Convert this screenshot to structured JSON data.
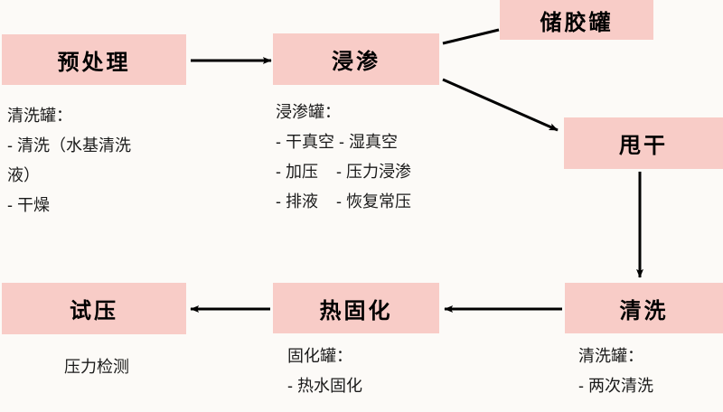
{
  "diagram": {
    "title_lang": "zh",
    "colors": {
      "box_fill": "#F8CCC7",
      "background": "#FCFAF7",
      "arrow": "#000000",
      "text": "#1a1a1a"
    },
    "nodes": [
      {
        "id": "pretreat",
        "label": "预处理"
      },
      {
        "id": "infiltr",
        "label": "浸渗"
      },
      {
        "id": "gluetank",
        "label": "储胶罐"
      },
      {
        "id": "spindry",
        "label": "甩干"
      },
      {
        "id": "clean",
        "label": "清洗"
      },
      {
        "id": "curing",
        "label": "热固化"
      },
      {
        "id": "presstest",
        "label": "试压"
      }
    ],
    "notes": {
      "pretreat": "清洗罐：\n- 清洗（水基清洗\n液）\n- 干燥",
      "infiltr": "浸渗罐：\n- 干真空 - 湿真空\n- 加压    - 压力浸渗\n- 排液    - 恢复常压",
      "clean": "清洗罐：\n- 两次清洗",
      "curing": "固化罐：\n- 热水固化",
      "presstest": "压力检测"
    },
    "edges": [
      {
        "from": "pretreat",
        "to": "infiltr",
        "kind": "arrow",
        "direction": "right"
      },
      {
        "from": "gluetank",
        "to": "infiltr",
        "kind": "line",
        "direction": "diagonal"
      },
      {
        "from": "infiltr",
        "to": "spindry",
        "kind": "arrow",
        "direction": "diagonal-down-right"
      },
      {
        "from": "spindry",
        "to": "clean",
        "kind": "arrow",
        "direction": "down"
      },
      {
        "from": "clean",
        "to": "curing",
        "kind": "arrow",
        "direction": "left"
      },
      {
        "from": "curing",
        "to": "presstest",
        "kind": "arrow",
        "direction": "left"
      }
    ]
  }
}
